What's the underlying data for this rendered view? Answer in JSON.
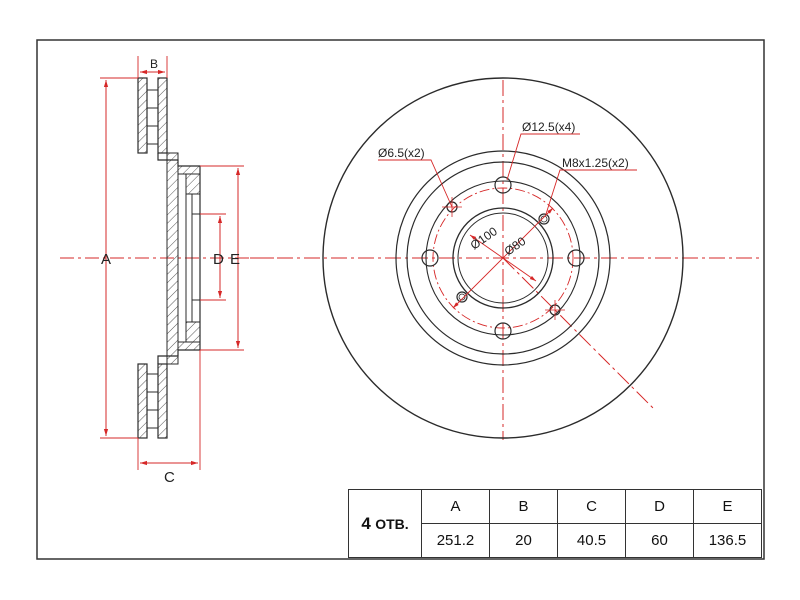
{
  "side_view": {
    "labels": {
      "a": "A",
      "b": "B",
      "c": "C",
      "d": "D",
      "e": "E"
    }
  },
  "front_view": {
    "callouts": {
      "small_hole": "Ø6.5(x2)",
      "bolt_hole": "Ø12.5(x4)",
      "thread": "M8x1.25(x2)",
      "pcd": "Ø100",
      "center_bore": "Ø80"
    }
  },
  "spec_table": {
    "count_number": "4",
    "count_text": "ОТВ.",
    "headers": [
      "A",
      "B",
      "C",
      "D",
      "E"
    ],
    "values": [
      "251.2",
      "20",
      "40.5",
      "60",
      "136.5"
    ]
  },
  "colors": {
    "line": "#2b2b2b",
    "dimension": "#d62828",
    "frame": "#333333"
  }
}
